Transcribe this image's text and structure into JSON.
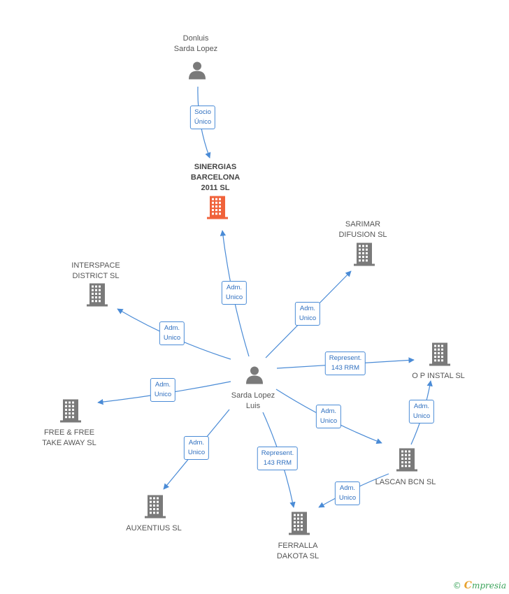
{
  "colors": {
    "edge": "#4a8bd6",
    "node": "#7a7a7a",
    "focus": "#f0623a"
  },
  "nodes": [
    {
      "id": "donluis",
      "type": "person",
      "label": "Donluis\nSarda Lopez",
      "icon": "person-icon"
    },
    {
      "id": "sinergias",
      "type": "company",
      "label": "SINERGIAS\nBARCELONA\n2011 SL",
      "focus": true,
      "icon": "building-icon"
    },
    {
      "id": "sarimar",
      "type": "company",
      "label": "SARIMAR\nDIFUSION SL",
      "icon": "building-icon"
    },
    {
      "id": "interspace",
      "type": "company",
      "label": "INTERSPACE\nDISTRICT SL",
      "icon": "building-icon"
    },
    {
      "id": "sarda",
      "type": "person",
      "label": "Sarda Lopez\nLuis",
      "icon": "person-icon"
    },
    {
      "id": "opinstal",
      "type": "company",
      "label": "O P INSTAL SL",
      "icon": "building-icon"
    },
    {
      "id": "freefree",
      "type": "company",
      "label": "FREE & FREE\nTAKE AWAY SL",
      "icon": "building-icon"
    },
    {
      "id": "lascan",
      "type": "company",
      "label": "LASCAN BCN SL",
      "icon": "building-icon"
    },
    {
      "id": "auxentius",
      "type": "company",
      "label": "AUXENTIUS SL",
      "icon": "building-icon"
    },
    {
      "id": "ferralla",
      "type": "company",
      "label": "FERRALLA\nDAKOTA SL",
      "icon": "building-icon"
    }
  ],
  "edges": [
    {
      "from": "donluis",
      "to": "sinergias",
      "label": "Socio\nÚnico"
    },
    {
      "from": "sarda",
      "to": "sinergias",
      "label": "Adm.\nUnico"
    },
    {
      "from": "sarda",
      "to": "sarimar",
      "label": "Adm.\nUnico"
    },
    {
      "from": "sarda",
      "to": "interspace",
      "label": "Adm.\nUnico"
    },
    {
      "from": "sarda",
      "to": "opinstal",
      "label": "Represent.\n143 RRM"
    },
    {
      "from": "sarda",
      "to": "freefree",
      "label": "Adm.\nUnico"
    },
    {
      "from": "sarda",
      "to": "lascan",
      "label": "Adm.\nUnico"
    },
    {
      "from": "lascan",
      "to": "opinstal",
      "label": "Adm.\nUnico"
    },
    {
      "from": "sarda",
      "to": "auxentius",
      "label": "Adm.\nUnico"
    },
    {
      "from": "sarda",
      "to": "ferralla",
      "label": "Represent.\n143 RRM"
    },
    {
      "from": "lascan",
      "to": "ferralla",
      "label": "Adm.\nUnico"
    }
  ],
  "footer": {
    "copyright": "©",
    "brand_initial": "C",
    "brand_rest": "mpresia"
  }
}
